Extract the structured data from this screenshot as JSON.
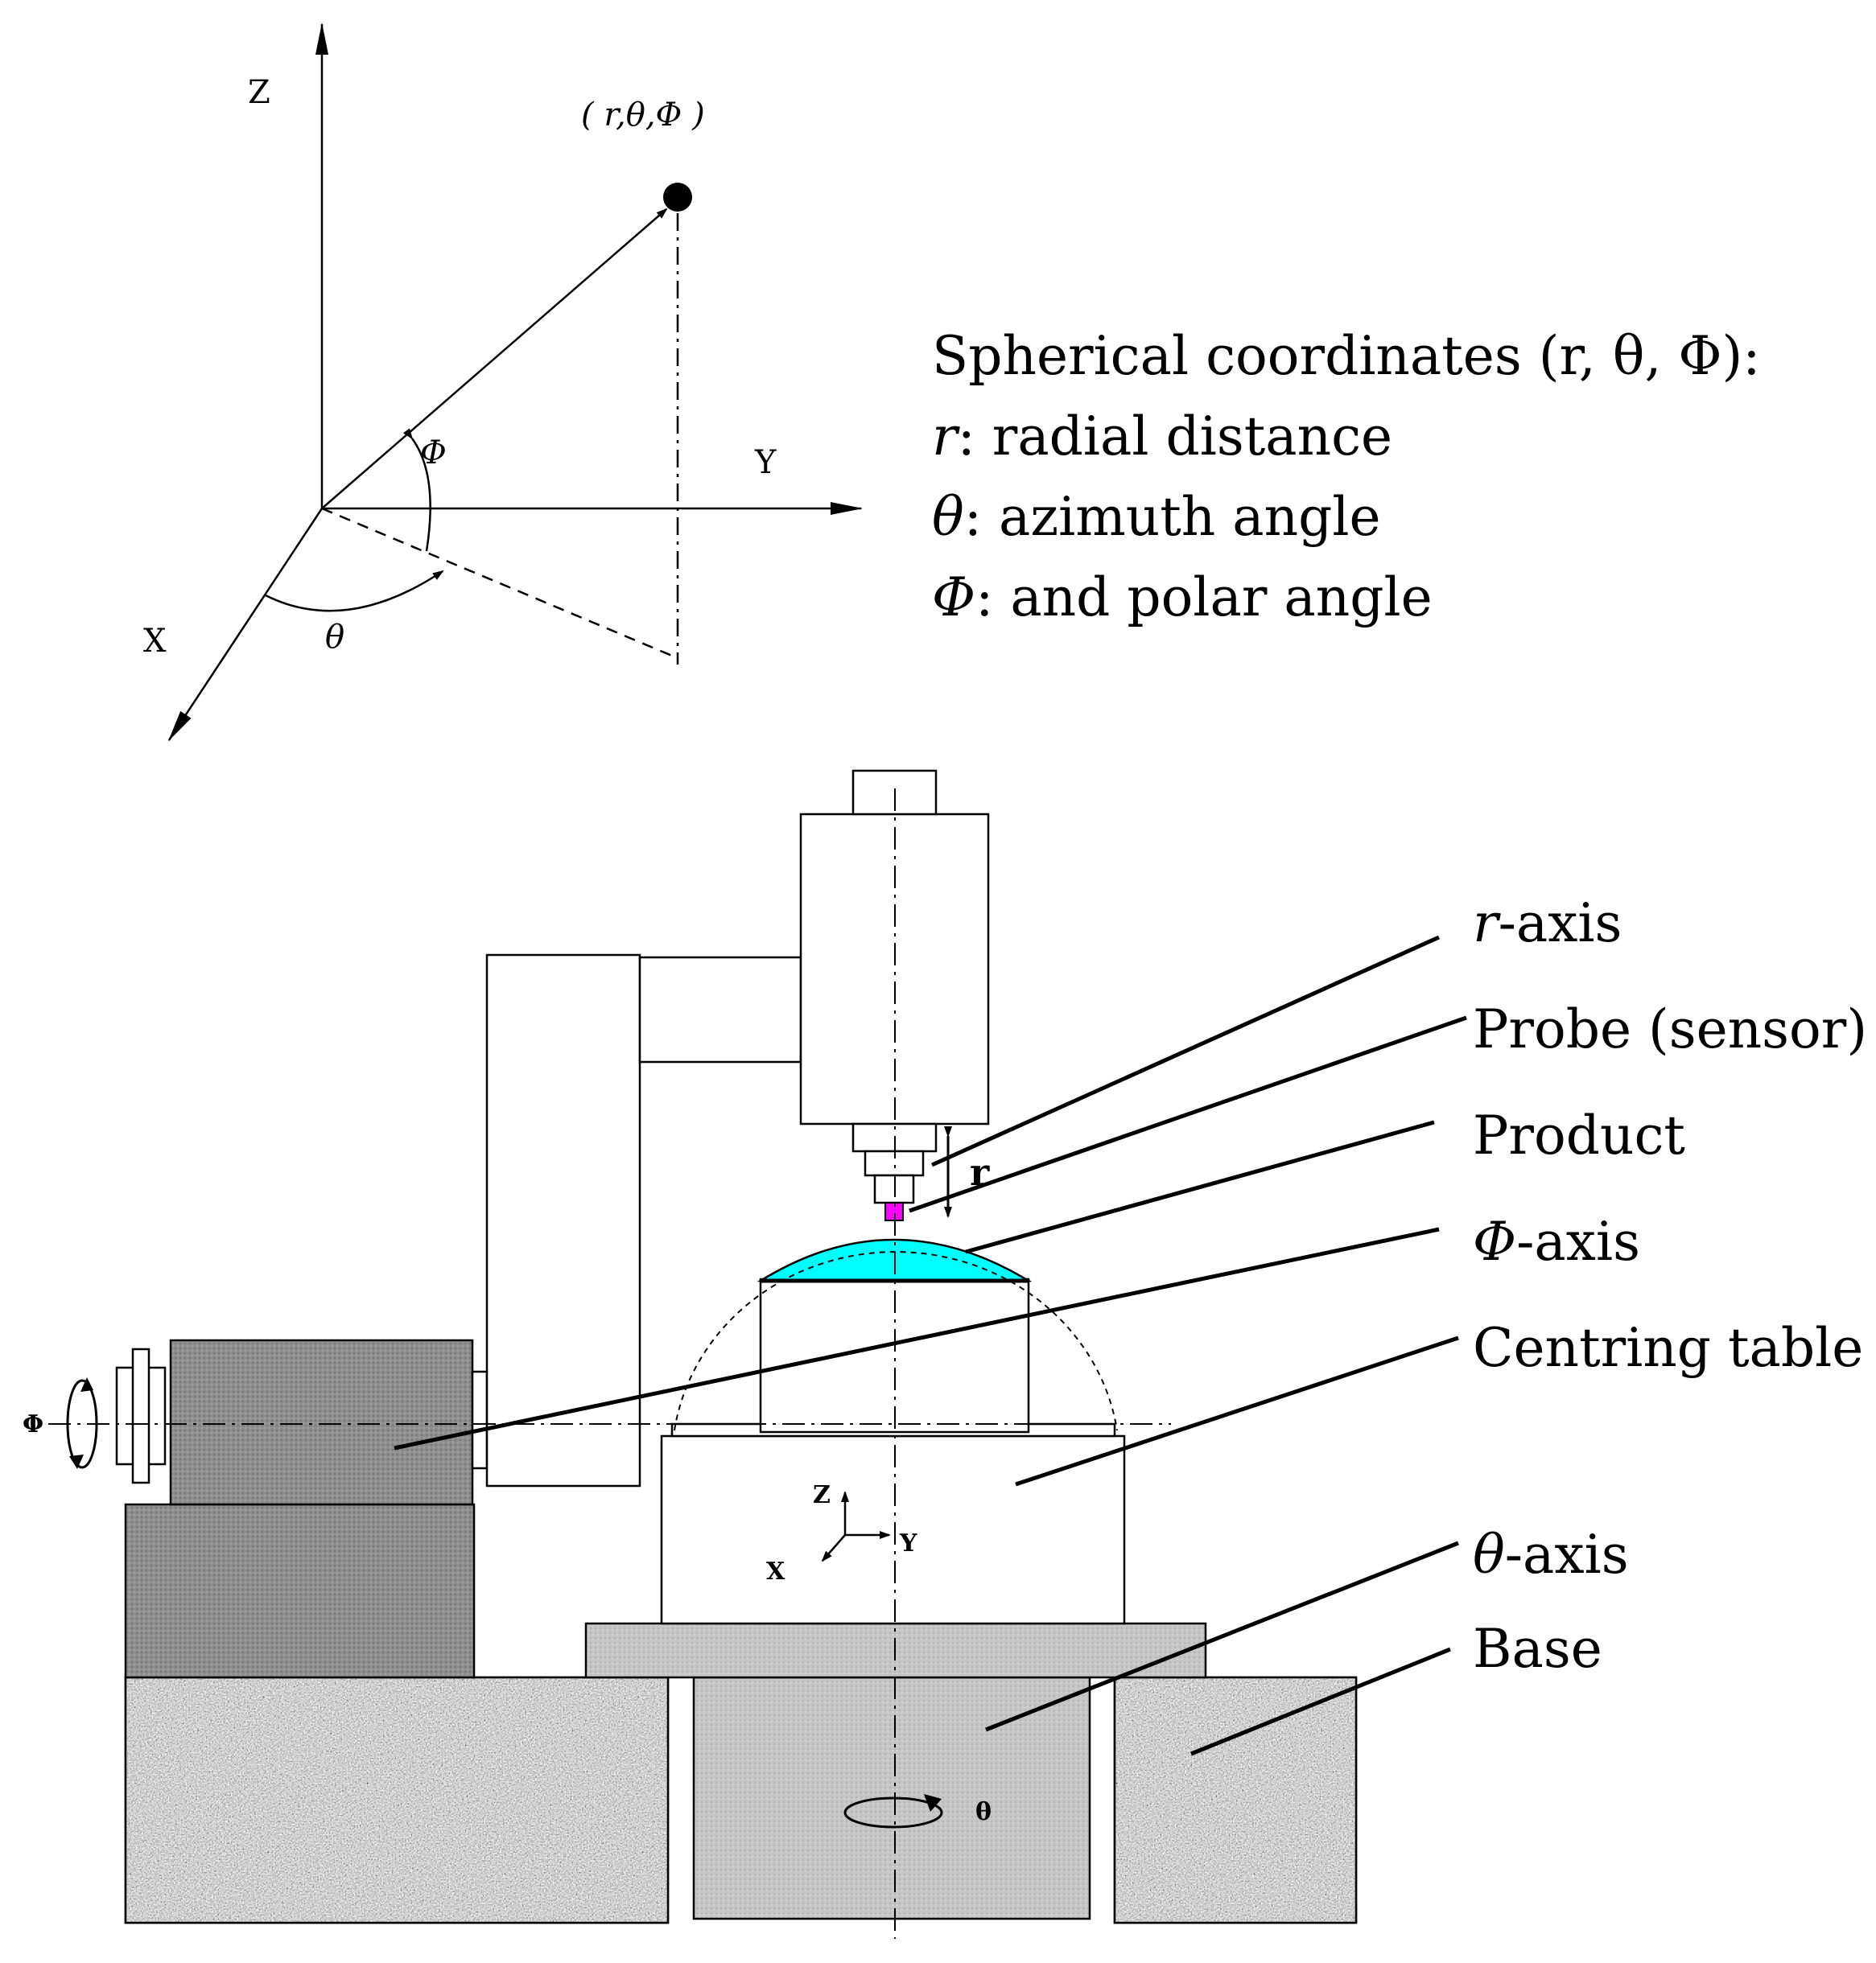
{
  "top_diagram": {
    "axis_z": "Z",
    "axis_y": "Y",
    "axis_x": "X",
    "point_label": "( r,θ,Φ )",
    "angle_phi": "Φ",
    "angle_theta": "θ"
  },
  "legend": {
    "line1": "Spherical coordinates (r, θ, Φ):",
    "line2_symbol": "r",
    "line2_text": ": radial distance",
    "line3_symbol": "θ",
    "line3_text": ": azimuth angle",
    "line4_symbol": "Φ",
    "line4_text": ": and polar angle"
  },
  "callouts": {
    "r_axis_symbol": "r",
    "r_axis_text": "-axis",
    "probe": "Probe (sensor)",
    "product": "Product",
    "phi_axis_symbol": "Φ",
    "phi_axis_text": "-axis",
    "centring_table": "Centring table",
    "theta_axis_symbol": "θ",
    "theta_axis_text": "-axis",
    "base": "Base"
  },
  "machine_labels": {
    "r_marker": "r",
    "phi_rotation": "Φ",
    "theta_rotation": "θ",
    "table_z": "Z",
    "table_y": "Y",
    "table_x": "X"
  },
  "colors": {
    "product_fill": "#00ffff",
    "probe_fill": "#ff00ff",
    "dark_gray": "#8a8a8a",
    "light_gray": "#c8c8c8",
    "granite": "#b5b5b5"
  }
}
